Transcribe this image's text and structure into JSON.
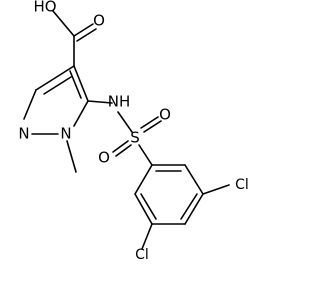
{
  "molecule": {
    "labels": {
      "carboxyl_hydroxyl": "HO",
      "carbonyl_oxygen": "O",
      "pyrazole_n_ring": "N",
      "pyrazole_n_methyl": "N",
      "amine": "NH",
      "sulfur": "S",
      "sulfonyl_oxygen_left": "O",
      "sulfonyl_oxygen_right": "O",
      "chlorine_right": "Cl",
      "chlorine_bottom": "Cl"
    }
  }
}
